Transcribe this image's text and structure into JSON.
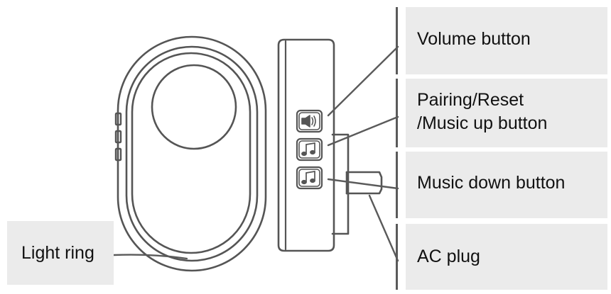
{
  "labels": {
    "volume_button": "Volume button",
    "pairing_reset_line1": "Pairing/Reset",
    "pairing_reset_line2": "/Music up button",
    "music_down_button": "Music down button",
    "ac_plug": "AC plug",
    "light_ring": "Light ring"
  },
  "icons": {
    "volume": "speaker-icon",
    "music_up": "music-note-icon",
    "music_down": "music-note-icon"
  },
  "colors": {
    "line": "#5a5a5a",
    "label_bg": "#ebebeb",
    "text": "#111111"
  }
}
